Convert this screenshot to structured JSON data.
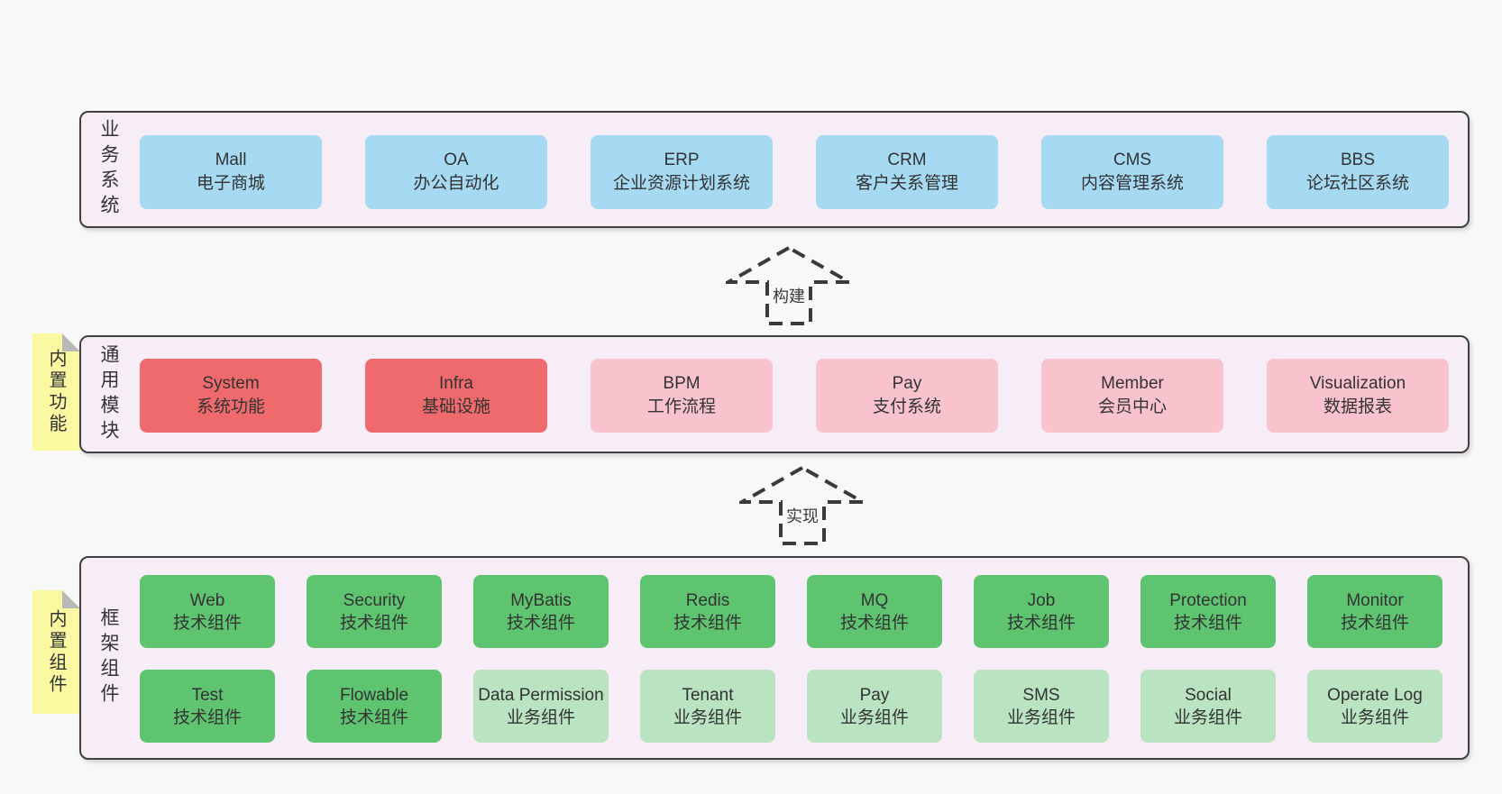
{
  "diagram": {
    "colors": {
      "page_bg": "#f8f8f8",
      "layer_bg": "#f7edf6",
      "layer_border": "#404040",
      "blue_box": "#a6d9f2",
      "red_box": "#ee6a6c",
      "pink_box": "#f9c3ce",
      "green_box": "#5ec470",
      "light_green_box": "#b9e3c1",
      "sticky_tab": "#faf8a0",
      "tab_fold": "#b8b8b8",
      "text": "#333333",
      "arrow_dash": "#3a3a3a"
    },
    "arrows": {
      "build": {
        "label": "构建"
      },
      "implement": {
        "label": "实现"
      }
    },
    "layers": {
      "business": {
        "label": "业务系统",
        "boxes": [
          {
            "title": "Mall",
            "subtitle": "电子商城",
            "variant": "blue"
          },
          {
            "title": "OA",
            "subtitle": "办公自动化",
            "variant": "blue"
          },
          {
            "title": "ERP",
            "subtitle": "企业资源计划系统",
            "variant": "blue"
          },
          {
            "title": "CRM",
            "subtitle": "客户关系管理",
            "variant": "blue"
          },
          {
            "title": "CMS",
            "subtitle": "内容管理系统",
            "variant": "blue"
          },
          {
            "title": "BBS",
            "subtitle": "论坛社区系统",
            "variant": "blue"
          }
        ]
      },
      "modules": {
        "label": "通用模块",
        "tab": "内置功能",
        "boxes": [
          {
            "title": "System",
            "subtitle": "系统功能",
            "variant": "red"
          },
          {
            "title": "Infra",
            "subtitle": "基础设施",
            "variant": "red"
          },
          {
            "title": "BPM",
            "subtitle": "工作流程",
            "variant": "pink"
          },
          {
            "title": "Pay",
            "subtitle": "支付系统",
            "variant": "pink"
          },
          {
            "title": "Member",
            "subtitle": "会员中心",
            "variant": "pink"
          },
          {
            "title": "Visualization",
            "subtitle": "数据报表",
            "variant": "pink"
          }
        ]
      },
      "components": {
        "label": "框架组件",
        "tab": "内置组件",
        "row1": [
          {
            "title": "Web",
            "subtitle": "技术组件",
            "variant": "green"
          },
          {
            "title": "Security",
            "subtitle": "技术组件",
            "variant": "green"
          },
          {
            "title": "MyBatis",
            "subtitle": "技术组件",
            "variant": "green"
          },
          {
            "title": "Redis",
            "subtitle": "技术组件",
            "variant": "green"
          },
          {
            "title": "MQ",
            "subtitle": "技术组件",
            "variant": "green"
          },
          {
            "title": "Job",
            "subtitle": "技术组件",
            "variant": "green"
          },
          {
            "title": "Protection",
            "subtitle": "技术组件",
            "variant": "green"
          },
          {
            "title": "Monitor",
            "subtitle": "技术组件",
            "variant": "green"
          }
        ],
        "row2": [
          {
            "title": "Test",
            "subtitle": "技术组件",
            "variant": "green"
          },
          {
            "title": "Flowable",
            "subtitle": "技术组件",
            "variant": "green"
          },
          {
            "title": "Data Permission",
            "subtitle": "业务组件",
            "variant": "lightgreen"
          },
          {
            "title": "Tenant",
            "subtitle": "业务组件",
            "variant": "lightgreen"
          },
          {
            "title": "Pay",
            "subtitle": "业务组件",
            "variant": "lightgreen"
          },
          {
            "title": "SMS",
            "subtitle": "业务组件",
            "variant": "lightgreen"
          },
          {
            "title": "Social",
            "subtitle": "业务组件",
            "variant": "lightgreen"
          },
          {
            "title": "Operate Log",
            "subtitle": "业务组件",
            "variant": "lightgreen"
          }
        ]
      }
    }
  }
}
